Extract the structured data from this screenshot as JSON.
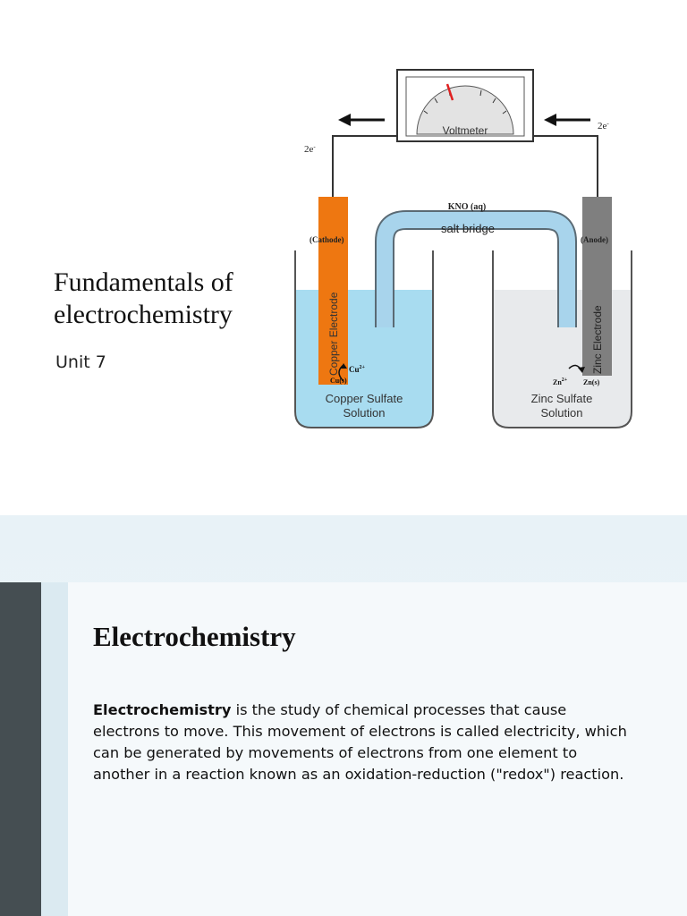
{
  "slide1": {
    "title": "Fundamentals of electrochemistry",
    "subtitle": "Unit 7",
    "diagram": {
      "voltmeter_label": "Voltmeter",
      "electron_left": "2e",
      "electron_right": "2e",
      "electron_superscript": "-",
      "salt_label": "KNO (aq)",
      "salt_bridge_label": "salt bridge",
      "cathode_label": "(Cathode)",
      "anode_label": "(Anode)",
      "copper_electrode_label": "Copper Electrode",
      "zinc_electrode_label": "Zinc Electrode",
      "cu_ion": "Cu",
      "cu_ion_charge": "2+",
      "cu_solid": "Cu(s)",
      "zn_ion": "Zn",
      "zn_ion_charge": "2+",
      "zn_solid": "Zn(s)",
      "left_solution_line1": "Copper Sulfate",
      "left_solution_line2": "Solution",
      "right_solution_line1": "Zinc Sulfate",
      "right_solution_line2": "Solution",
      "colors": {
        "copper": "#ee7711",
        "zinc": "#7f7f7f",
        "copper_solution": "#a8dcf0",
        "zinc_solution": "#e8eaec",
        "salt_bridge": "#a8d4ec"
      }
    }
  },
  "slide2": {
    "title": "Electrochemistry",
    "body_bold": "Electrochemistry",
    "body_rest": " is the study of chemical processes that cause electrons to move. This movement of electrons is called electricity, which can be generated by movements of electrons from one element to another in a reaction known as an oxidation-reduction  (\"redox\") reaction.",
    "colors": {
      "sidebar": "#454e52",
      "background": "#eef6f9"
    }
  }
}
